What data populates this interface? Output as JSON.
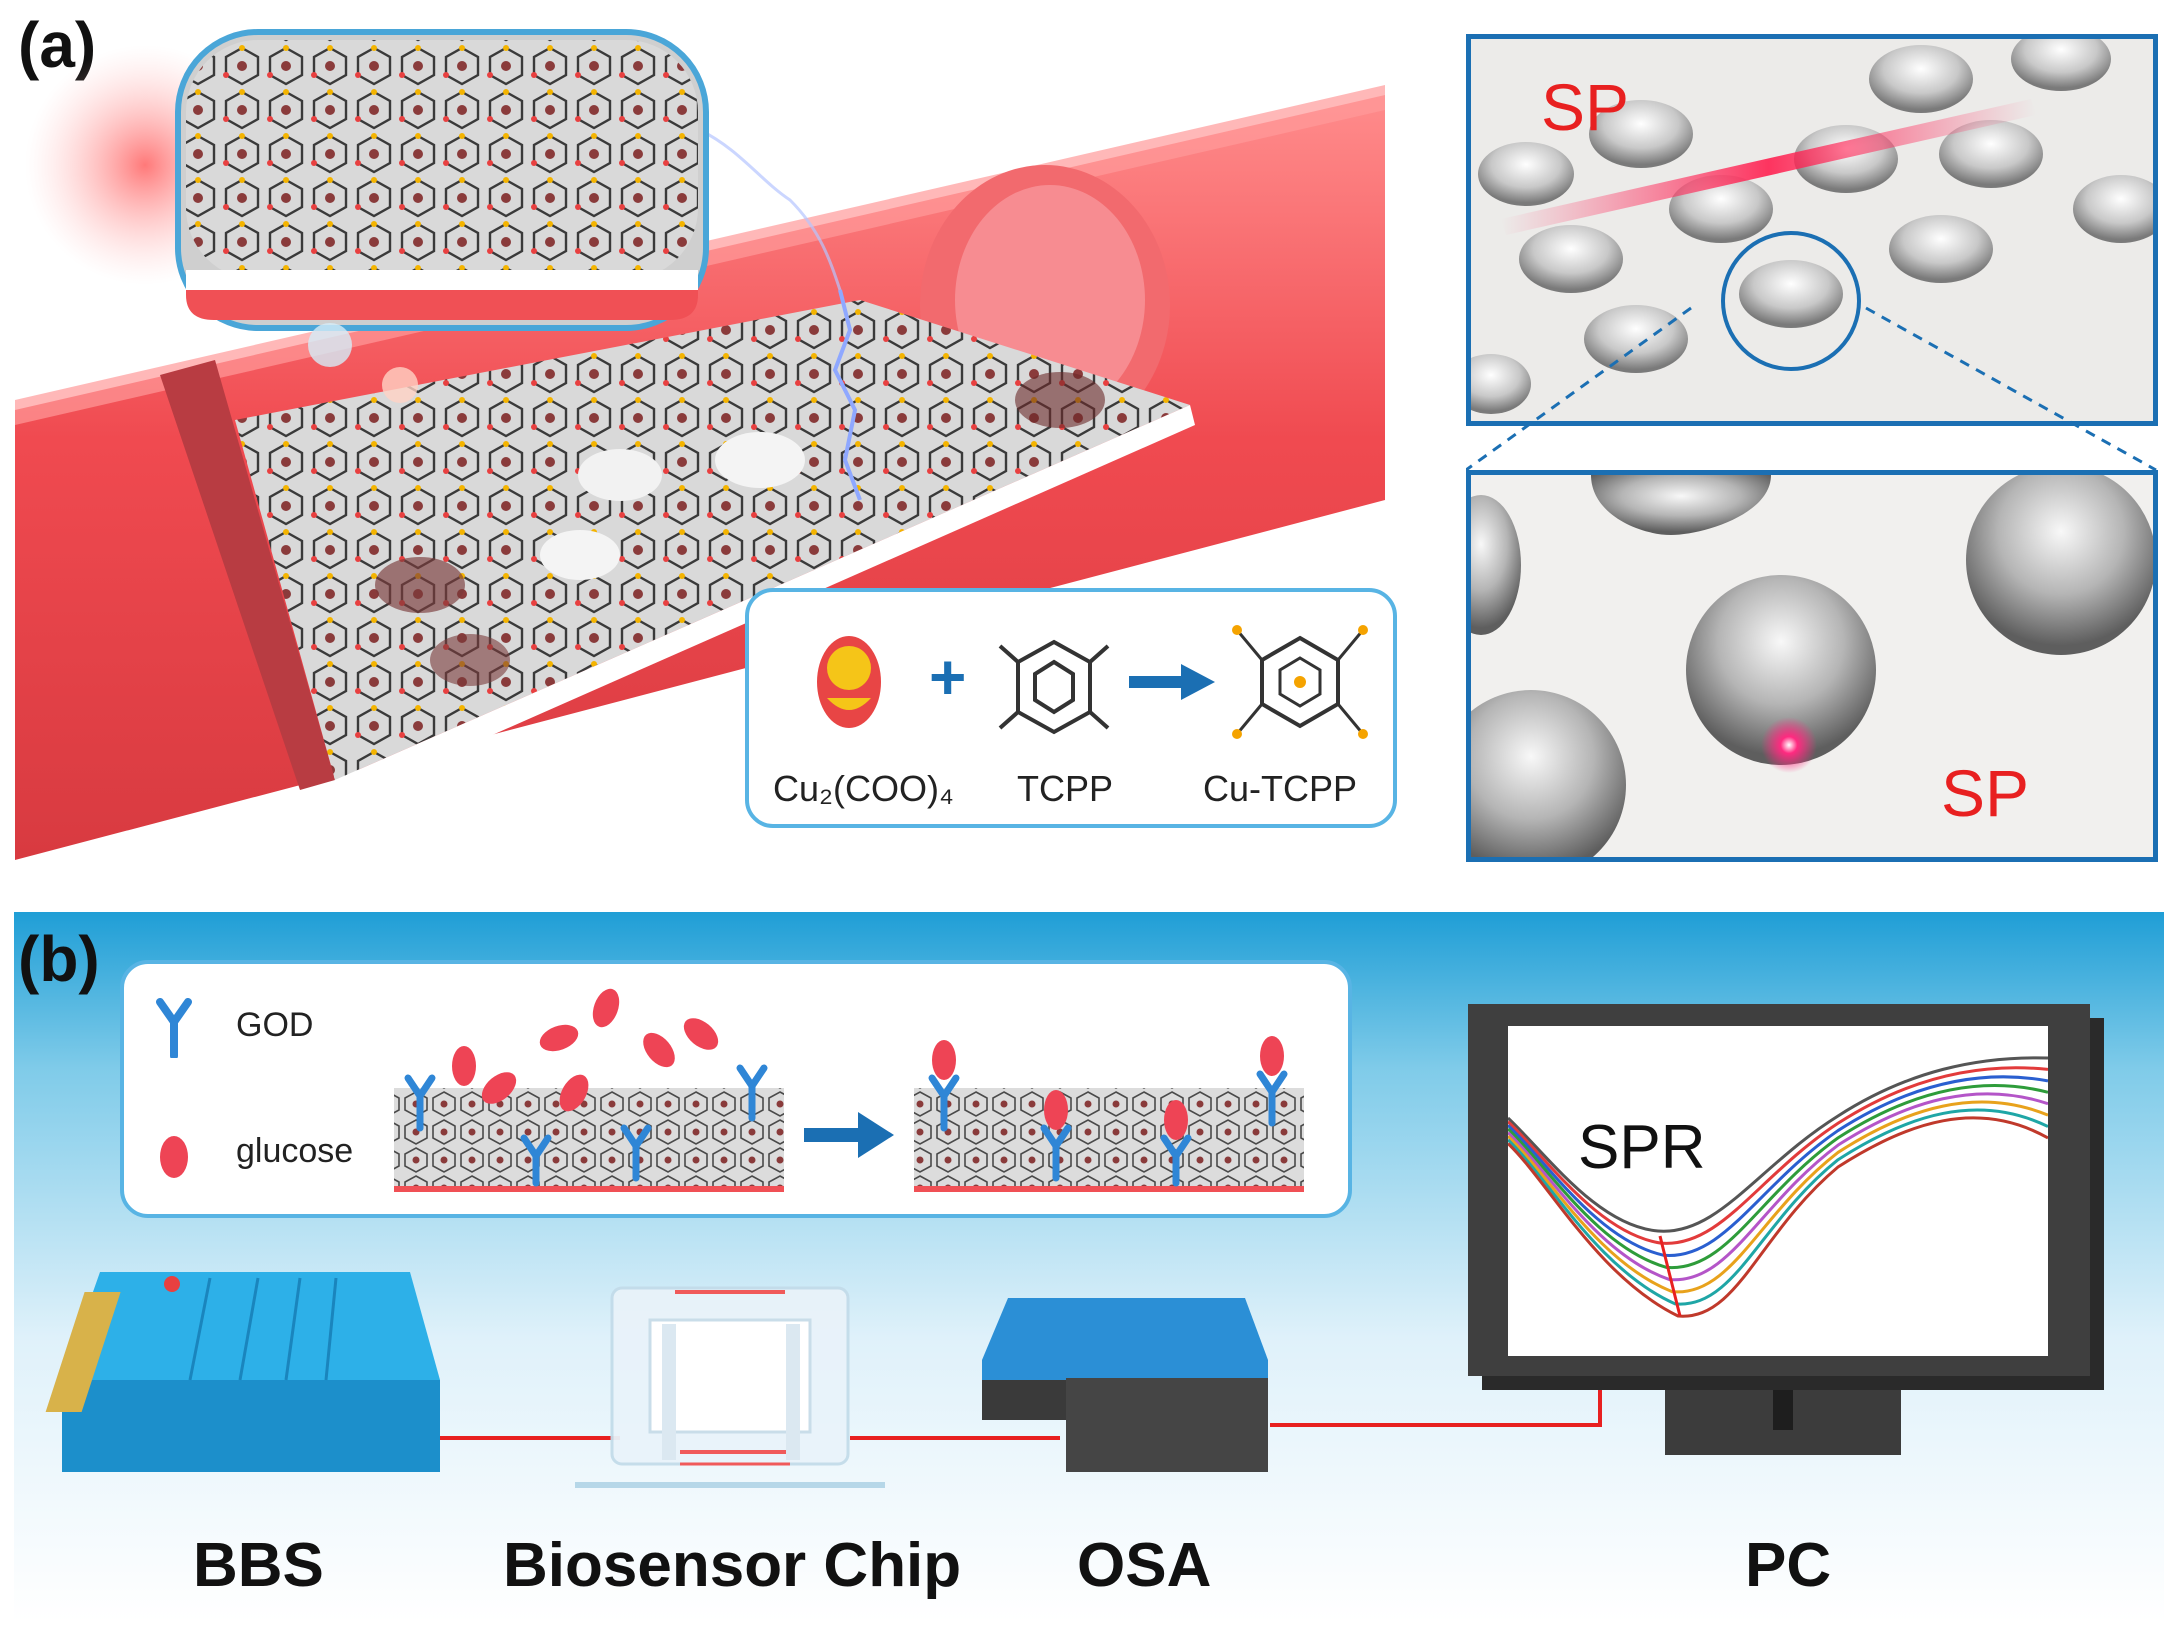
{
  "panel_a": {
    "label": "(a)",
    "reaction": {
      "reactant1": "Cu₂(COO)₄",
      "plus": "+",
      "reactant2": "TCPP",
      "product": "Cu-TCPP"
    },
    "sp_top": "SP",
    "sp_bottom": "SP"
  },
  "panel_b": {
    "label": "(b)",
    "legend": {
      "god": "GOD",
      "glucose": "glucose"
    },
    "monitor_label": "SPR",
    "devices": {
      "bbs": "BBS",
      "chip": "Biosensor Chip",
      "osa": "OSA",
      "pc": "PC"
    }
  },
  "colors": {
    "fiber_red": "#f0585c",
    "frame_blue": "#1b6fb3",
    "bg_blue": "#2fa8d8",
    "signal_red": "#e82020"
  },
  "spr_curve_colors": [
    "#555555",
    "#e23b3b",
    "#2a5fd0",
    "#2e9c3a",
    "#b455c8",
    "#e8a21c",
    "#1fa6a6",
    "#c0392b"
  ]
}
